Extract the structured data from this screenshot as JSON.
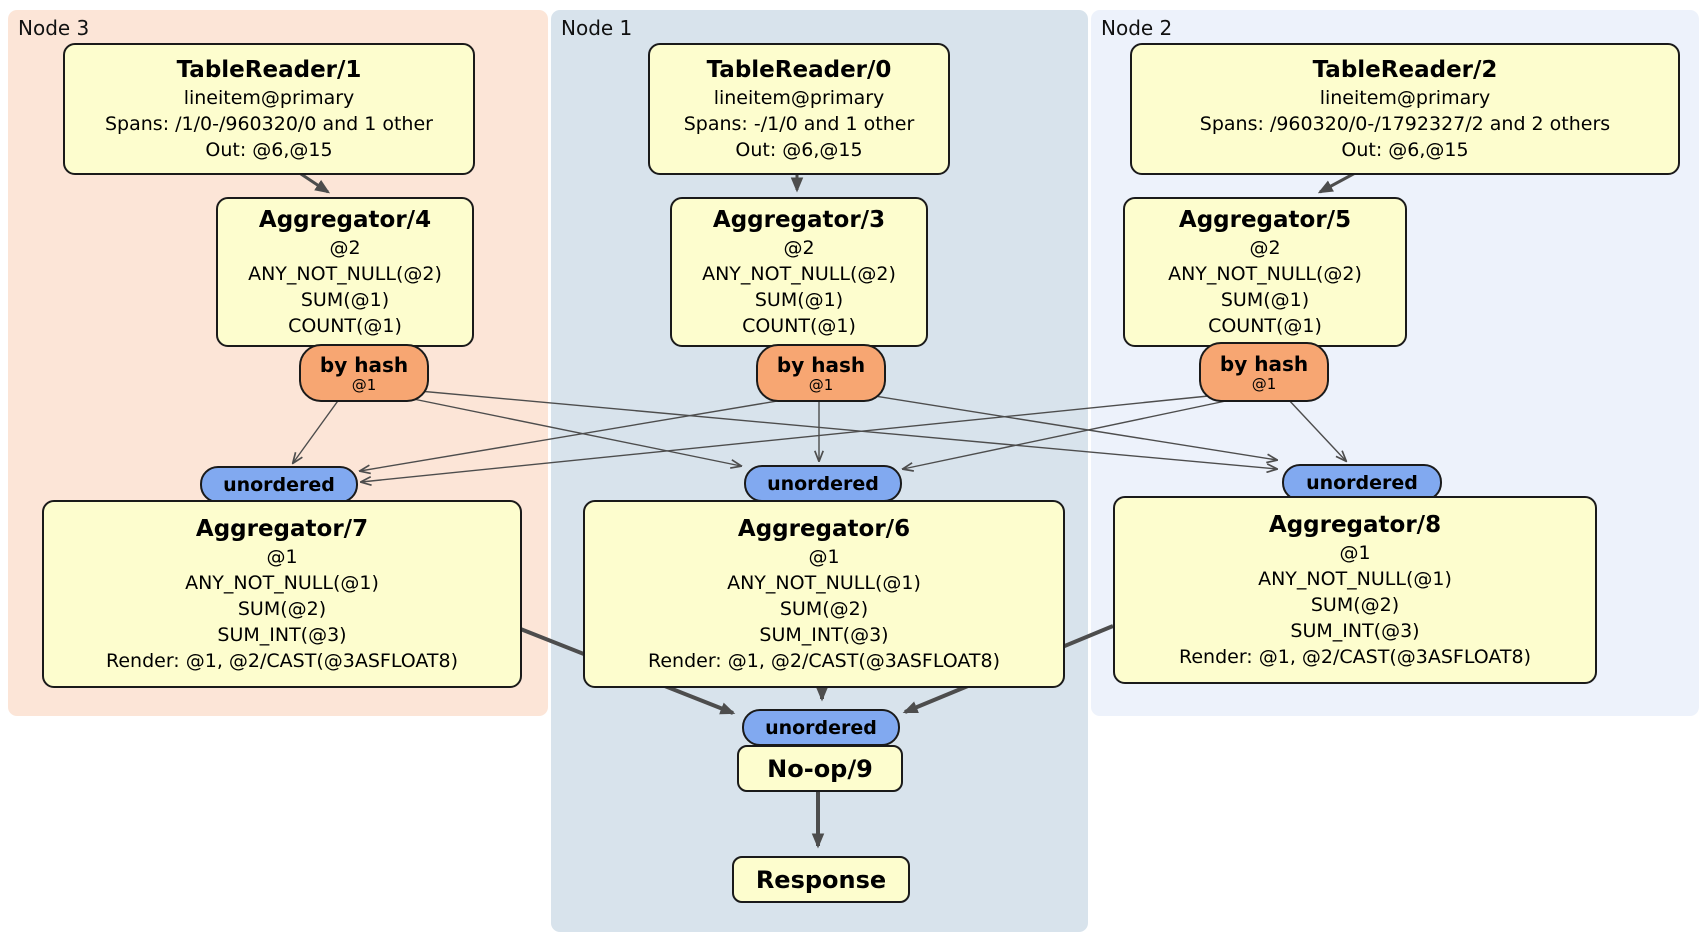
{
  "regions": [
    {
      "label": "Node 3"
    },
    {
      "label": "Node 1"
    },
    {
      "label": "Node 2"
    }
  ],
  "processors": {
    "tablereader1": {
      "title": "TableReader/1",
      "lines": [
        "lineitem@primary",
        "Spans: /1/0-/960320/0 and 1 other",
        "Out: @6,@15"
      ]
    },
    "tablereader0": {
      "title": "TableReader/0",
      "lines": [
        "lineitem@primary",
        "Spans: -/1/0 and 1 other",
        "Out: @6,@15"
      ]
    },
    "tablereader2": {
      "title": "TableReader/2",
      "lines": [
        "lineitem@primary",
        "Spans: /960320/0-/1792327/2 and 2 others",
        "Out: @6,@15"
      ]
    },
    "aggregator4": {
      "title": "Aggregator/4",
      "lines": [
        "@2",
        "ANY_NOT_NULL(@2)",
        "SUM(@1)",
        "COUNT(@1)"
      ]
    },
    "aggregator3": {
      "title": "Aggregator/3",
      "lines": [
        "@2",
        "ANY_NOT_NULL(@2)",
        "SUM(@1)",
        "COUNT(@1)"
      ]
    },
    "aggregator5": {
      "title": "Aggregator/5",
      "lines": [
        "@2",
        "ANY_NOT_NULL(@2)",
        "SUM(@1)",
        "COUNT(@1)"
      ]
    },
    "aggregator7": {
      "title": "Aggregator/7",
      "lines": [
        "@1",
        "ANY_NOT_NULL(@1)",
        "SUM(@2)",
        "SUM_INT(@3)",
        "Render: @1, @2/CAST(@3ASFLOAT8)"
      ]
    },
    "aggregator6": {
      "title": "Aggregator/6",
      "lines": [
        "@1",
        "ANY_NOT_NULL(@1)",
        "SUM(@2)",
        "SUM_INT(@3)",
        "Render: @1, @2/CAST(@3ASFLOAT8)"
      ]
    },
    "aggregator8": {
      "title": "Aggregator/8",
      "lines": [
        "@1",
        "ANY_NOT_NULL(@1)",
        "SUM(@2)",
        "SUM_INT(@3)",
        "Render: @1, @2/CAST(@3ASFLOAT8)"
      ]
    },
    "noop9": {
      "title": "No-op/9"
    },
    "response": {
      "title": "Response"
    }
  },
  "routers": [
    {
      "label": "by hash",
      "detail": "@1"
    },
    {
      "label": "by hash",
      "detail": "@1"
    },
    {
      "label": "by hash",
      "detail": "@1"
    }
  ],
  "synchronizers": [
    {
      "label": "unordered"
    },
    {
      "label": "unordered"
    },
    {
      "label": "unordered"
    },
    {
      "label": "unordered"
    }
  ],
  "colors": {
    "node3_bg": "#fce5d7",
    "node1_bg": "#d8e3ec",
    "node2_bg": "#edf2fb",
    "processor_bg": "#fdfdce",
    "router_bg": "#f7a672",
    "sync_bg": "#81a9f0",
    "edge": "#4d4d4d"
  }
}
